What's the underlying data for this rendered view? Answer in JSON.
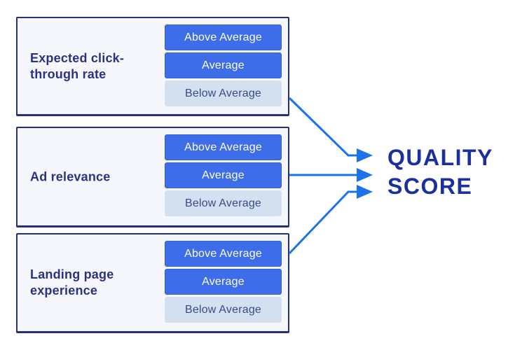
{
  "diagram": {
    "factors": [
      {
        "id": "expected-ctr",
        "label": "Expected click-through rate",
        "options": [
          {
            "label": "Above Average",
            "state": "highlight"
          },
          {
            "label": "Average",
            "state": "highlight"
          },
          {
            "label": "Below Average",
            "state": "muted"
          }
        ]
      },
      {
        "id": "ad-relevance",
        "label": "Ad relevance",
        "options": [
          {
            "label": "Above Average",
            "state": "highlight"
          },
          {
            "label": "Average",
            "state": "highlight"
          },
          {
            "label": "Below Average",
            "state": "muted"
          }
        ]
      },
      {
        "id": "landing-page-experience",
        "label": "Landing page experience",
        "options": [
          {
            "label": "Above Average",
            "state": "highlight"
          },
          {
            "label": "Average",
            "state": "highlight"
          },
          {
            "label": "Below Average",
            "state": "muted"
          }
        ]
      }
    ],
    "result": {
      "line1": "QUALITY",
      "line2": "SCORE"
    },
    "colors": {
      "pill_blue": "#3e6de9",
      "pill_muted": "#d3e0f0",
      "arrow_blue": "#1a73e8",
      "box_fill": "#f5f7fc",
      "box_border_navy": "#252f7c",
      "label_navy": "#2b3380",
      "result_navy": "#1b2f9e"
    }
  }
}
